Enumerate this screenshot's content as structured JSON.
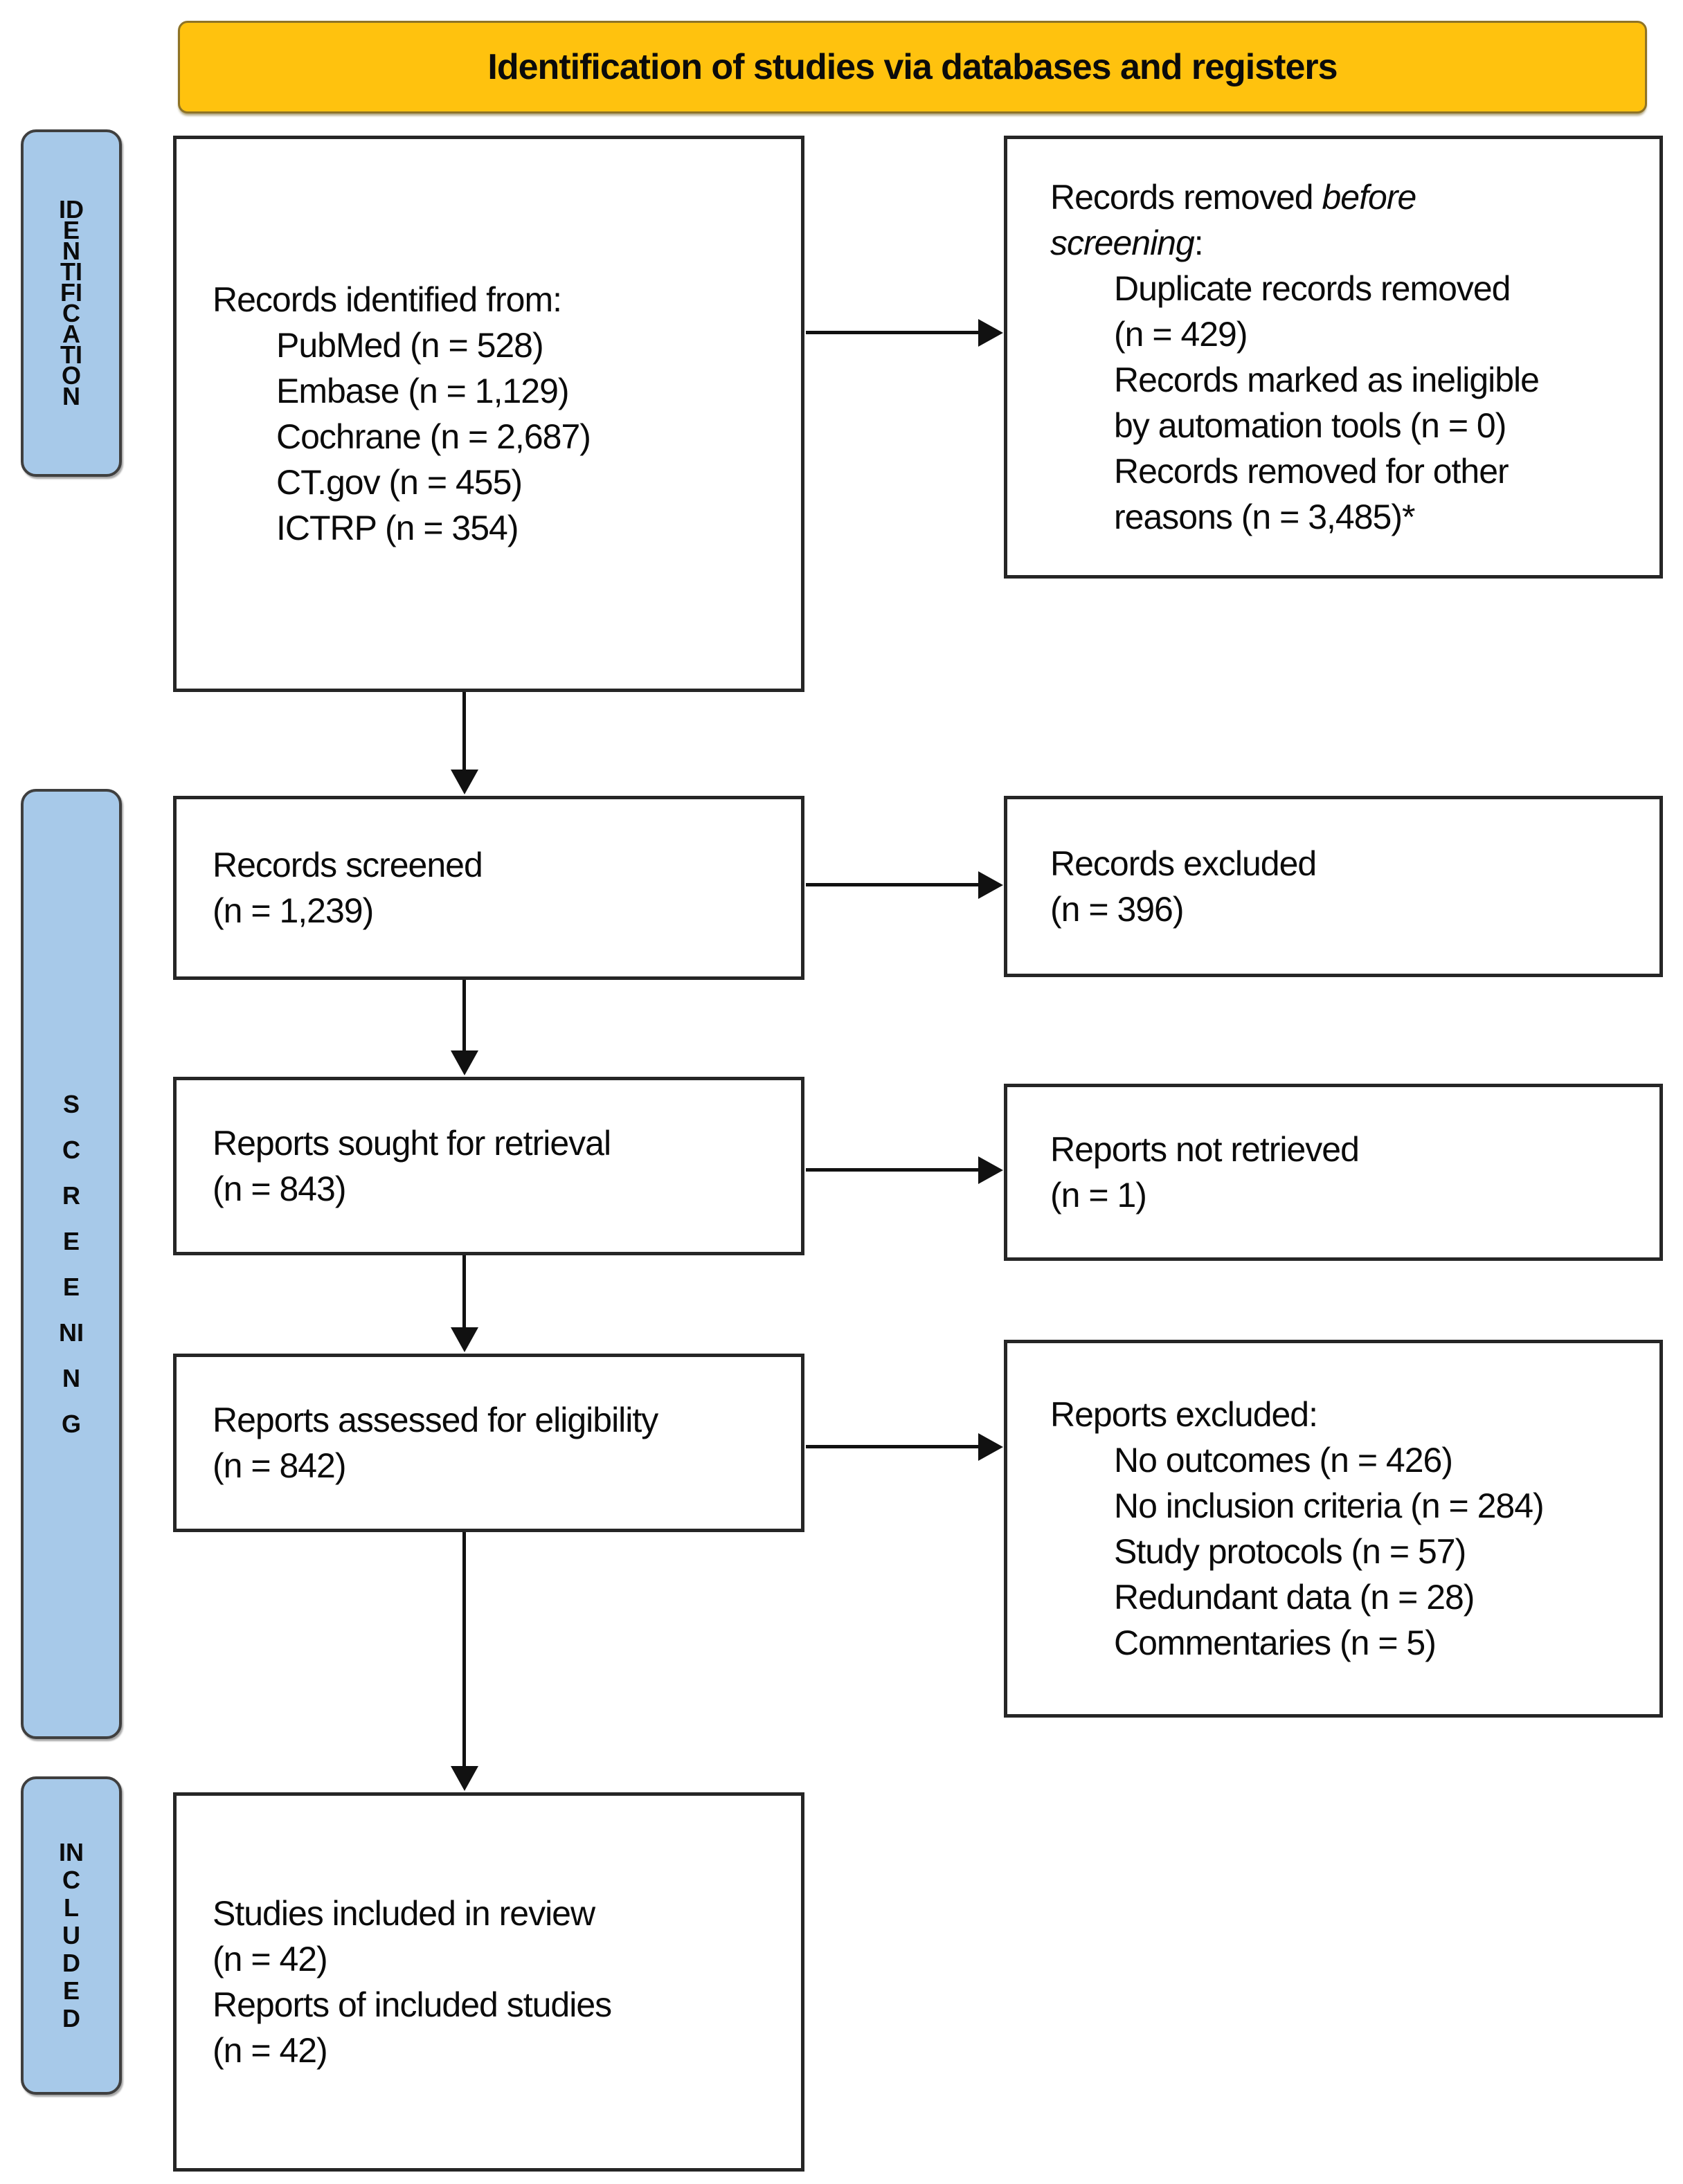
{
  "banner": {
    "title": "Identification of studies via databases and registers"
  },
  "stages": [
    {
      "label": "IDENTIFICATION"
    },
    {
      "label": "SCREENING"
    },
    {
      "label": "INCLUDED"
    }
  ],
  "boxes": {
    "identified": {
      "heading": "Records identified from:",
      "items": [
        "PubMed (n = 528)",
        "Embase (n = 1,129)",
        "Cochrane (n = 2,687)",
        "CT.gov (n = 455)",
        "ICTRP (n = 354)"
      ]
    },
    "removed": {
      "heading_normal": "Records removed ",
      "heading_italic_1": "before",
      "heading_italic_2": "screening",
      "heading_colon": ":",
      "items": [
        [
          "Duplicate records removed",
          "(n = 429)"
        ],
        [
          "Records marked as ineligible",
          "by automation tools (n = 0)"
        ],
        [
          "Records removed for other",
          "reasons (n = 3,485)*"
        ]
      ]
    },
    "screened": {
      "line1": "Records screened",
      "line2": "(n = 1,239)"
    },
    "records_excluded": {
      "line1": "Records excluded",
      "line2": "(n = 396)"
    },
    "sought": {
      "line1": "Reports sought for retrieval",
      "line2": "(n = 843)"
    },
    "not_retrieved": {
      "line1": "Reports not retrieved",
      "line2": "(n = 1)"
    },
    "assessed": {
      "line1": "Reports assessed for eligibility",
      "line2": "(n = 842)"
    },
    "reports_excluded": {
      "heading": "Reports excluded:",
      "items": [
        "No outcomes (n = 426)",
        "No inclusion criteria (n = 284)",
        "Study protocols (n = 57)",
        "Redundant data (n = 28)",
        "Commentaries (n = 5)"
      ]
    },
    "included": {
      "line1": "Studies included in review",
      "line2": "(n = 42)",
      "line3": "Reports of included studies",
      "line4": "(n = 42)"
    }
  },
  "colors": {
    "banner_bg": "#FFC20E",
    "banner_border": "#8E7326",
    "stage_bg": "#A7C9E9",
    "stage_border": "#3F3F3F",
    "box_border": "#262626",
    "arrow": "#111111"
  }
}
